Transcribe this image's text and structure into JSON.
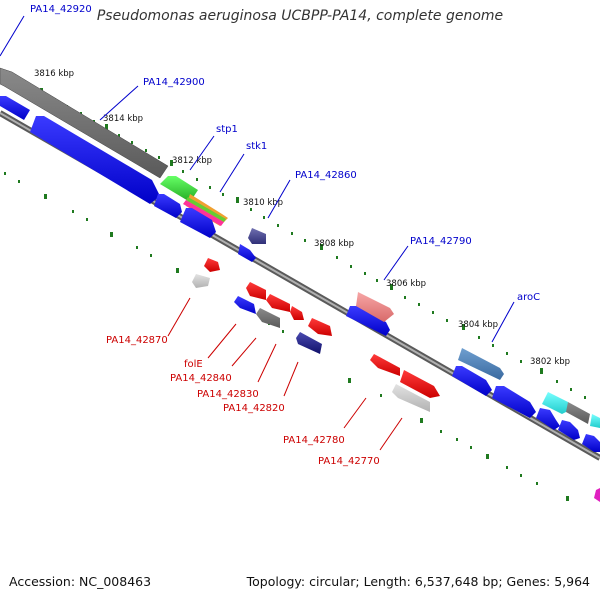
{
  "title": "Pseudomonas aeruginosa UCBPP-PA14, complete genome",
  "accession_text": "Accession: NC_008463",
  "summary_text": "Topology: circular; Length: 6,537,648 bp; Genes: 5,964",
  "colors": {
    "forward_label": "#0000cc",
    "reverse_label": "#cc0000",
    "backbone": "#777777",
    "forward_cds": "#0000ee",
    "reverse_cds": "#ee0000",
    "tick": "#1f7a1f"
  },
  "tick_labels": [
    "3816 kbp",
    "3814 kbp",
    "3812 kbp",
    "3810 kbp",
    "3808 kbp",
    "3806 kbp",
    "3804 kbp",
    "3802 kbp"
  ],
  "forward_gene_labels": [
    "PA14_42920",
    "PA14_42900",
    "stp1",
    "stk1",
    "PA14_42860",
    "PA14_42790",
    "aroC"
  ],
  "reverse_gene_labels": [
    "PA14_42870",
    "folE",
    "PA14_42840",
    "PA14_42830",
    "PA14_42820",
    "PA14_42780",
    "PA14_42770"
  ]
}
